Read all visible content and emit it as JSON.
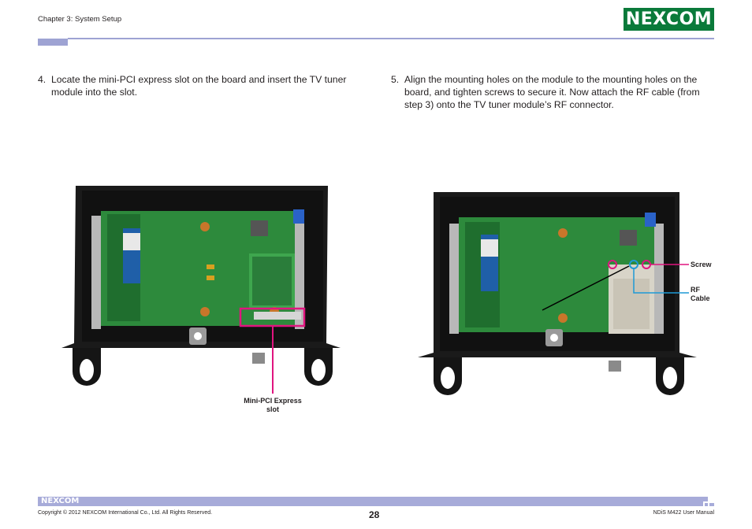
{
  "header": {
    "chapter": "Chapter 3: System Setup",
    "logo": "NEXCOM"
  },
  "steps": [
    {
      "number": "4.",
      "line1": "Locate the mini-PCI express slot on the board and insert the TV tuner",
      "line2": "module into the slot."
    },
    {
      "number": "5.",
      "line1": "Align the mounting holes on the module to the mounting holes on the",
      "line2": "board, and tighten screws to secure it. Now attach the RF cable (from",
      "line3": "step 3) onto the TV tuner module’s RF connector."
    }
  ],
  "callouts": {
    "slot_line1": "Mini-PCI Express",
    "slot_line2": "slot",
    "screw": "Screw",
    "rf_line1": "RF",
    "rf_line2": "Cable"
  },
  "colors": {
    "accent": "#9ea3d3",
    "brand_green": "#0a7a3a",
    "callout_magenta": "#e0157f",
    "callout_blue": "#1e9ad6"
  },
  "footer": {
    "logo": "NEXCOM",
    "copyright": "Copyright © 2012 NEXCOM International Co., Ltd. All Rights Reserved.",
    "page": "28",
    "manual": "NDiS M422 User Manual"
  }
}
